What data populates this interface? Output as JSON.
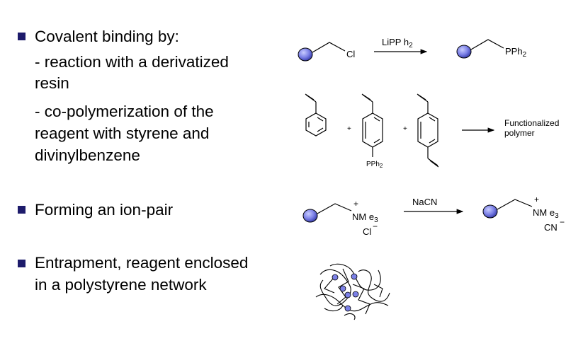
{
  "bullets": [
    {
      "title": "Covalent binding by:",
      "sub": [
        "- reaction with a derivatized",
        "resin",
        "- co-polymerization of the",
        "reagent with styrene and",
        "divinylbenzene"
      ]
    },
    {
      "title": "Forming an ion-pair"
    },
    {
      "title": "Entrapment, reagent enclosed",
      "line2": "in a polystyrene network"
    }
  ],
  "scheme1": {
    "leaving_group": "Cl",
    "reagent": "LiPP h",
    "reagent_sub": "2",
    "product": "PPh",
    "product_sub": "2"
  },
  "scheme2": {
    "substituent": "PPh",
    "substituent_sub": "2",
    "plus": "+",
    "product_line1": "Functionalized",
    "product_line2": "polymer"
  },
  "scheme3": {
    "plus_charge": "+",
    "cation": "NM e",
    "cation_sub": "3",
    "anion": "Cl",
    "minus_charge": "−",
    "reagent": "NaCN",
    "product_cation": "NM e",
    "product_cation_sub": "3",
    "product_anion": "CN",
    "product_minus": "−"
  },
  "colors": {
    "bead": "#7b80e6",
    "bullet": "#1d1b6b"
  }
}
